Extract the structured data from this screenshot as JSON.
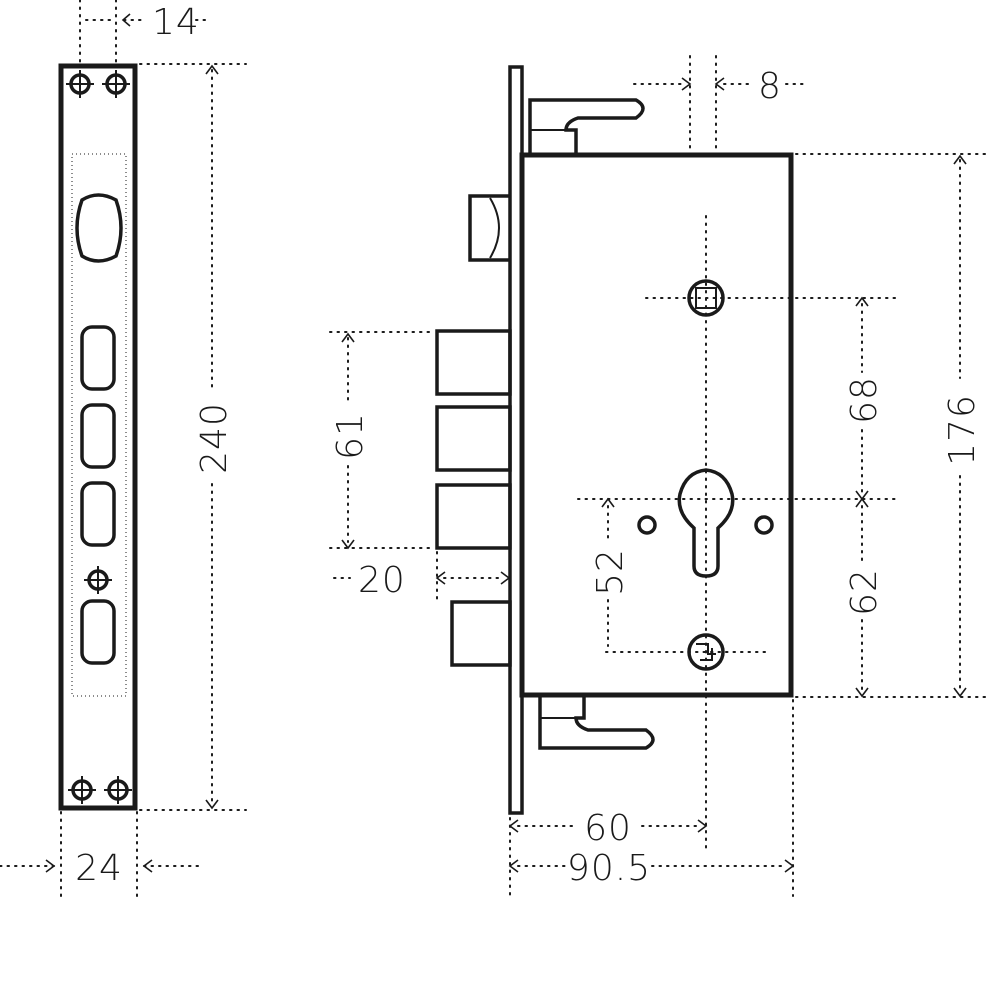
{
  "colors": {
    "line": "#1a1a1a",
    "background": "#ffffff"
  },
  "dimensions": {
    "faceplate_hole_spacing": "14",
    "faceplate_length": "240",
    "faceplate_width": "24",
    "top_offset": "8",
    "case_height": "176",
    "spindle_to_cylinder": "68",
    "cylinder_to_bottom": "62",
    "bolt_span": "61",
    "bolt_throw": "20",
    "cylinder_to_follower": "52",
    "backset": "60",
    "case_depth": "90.5"
  }
}
